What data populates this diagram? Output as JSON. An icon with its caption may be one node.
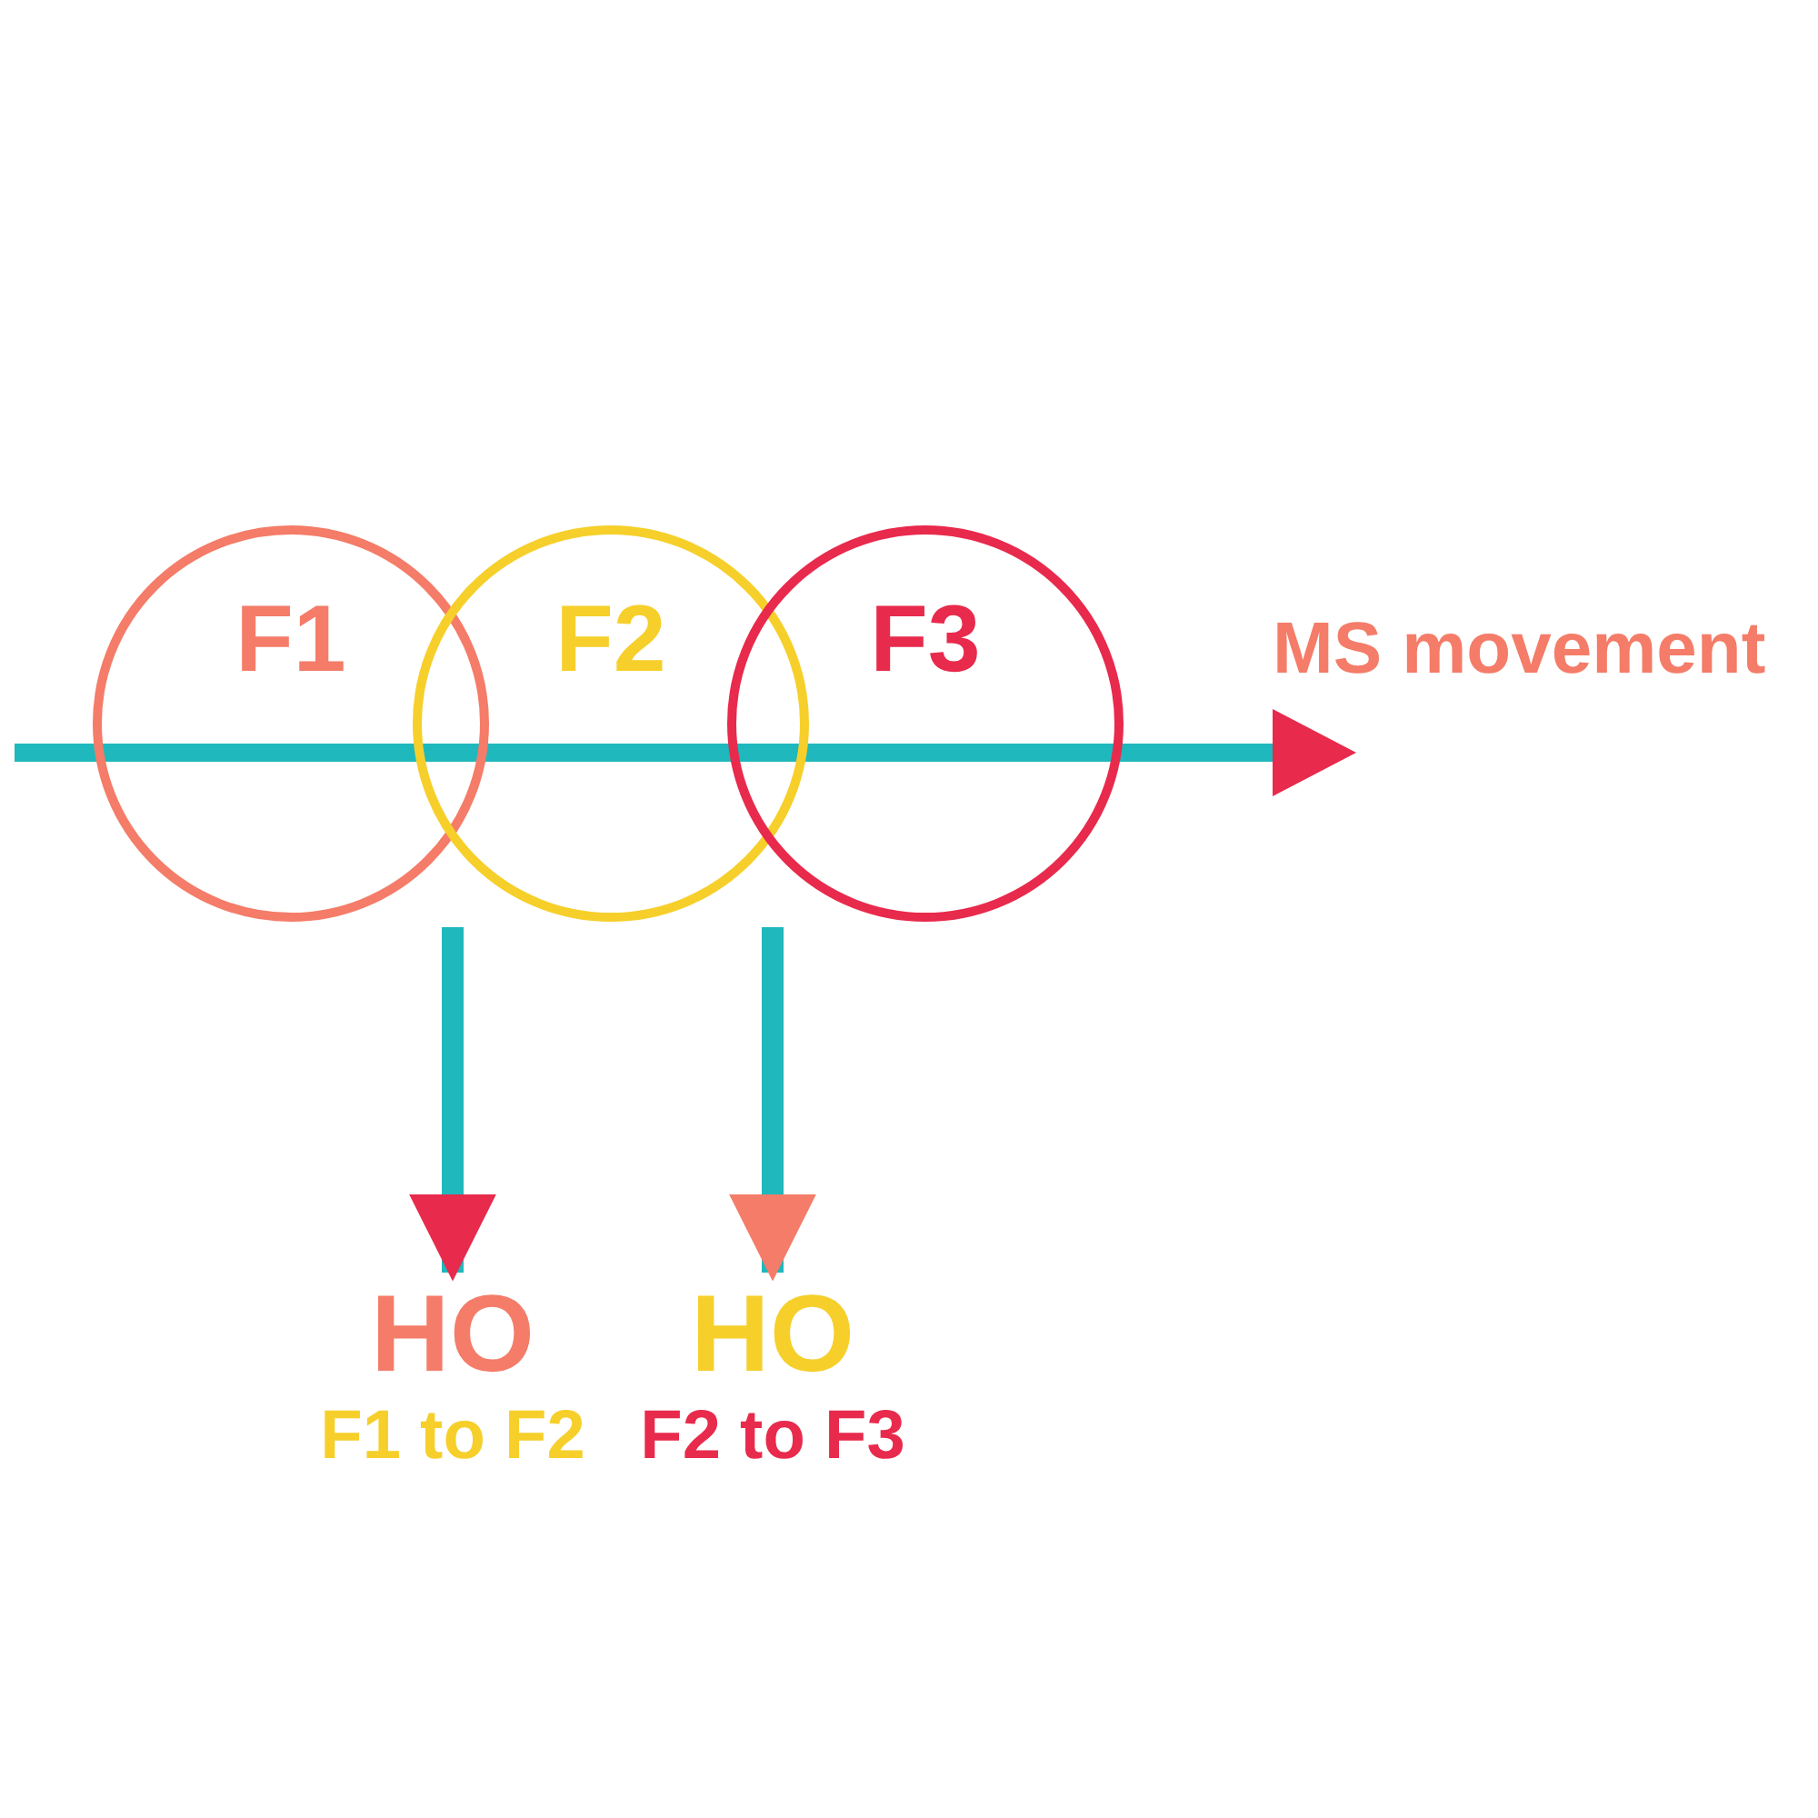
{
  "diagram": {
    "nodes": [
      {
        "text": [
          "F1"
        ]
      },
      {
        "text": [
          "F2"
        ]
      },
      {
        "text": [
          "F3"
        ]
      },
      {
        "text": [
          "HO",
          "F1 to F2"
        ]
      },
      {
        "text": [
          "HO",
          "F2 to F3"
        ]
      }
    ],
    "edges": [
      {
        "from": 0,
        "to": 3,
        "arrow": "to"
      },
      {
        "from": 1,
        "to": 4,
        "arrow": "to"
      }
    ],
    "labels": [
      "MS movement"
    ]
  }
}
